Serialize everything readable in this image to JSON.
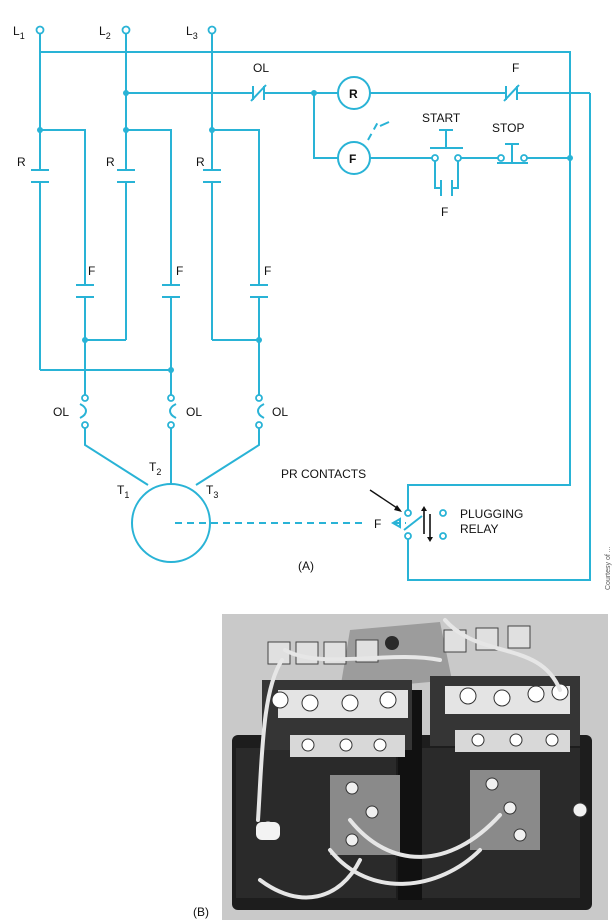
{
  "lines": {
    "l1": "L",
    "l1_sub": "1",
    "l2": "L",
    "l2_sub": "2",
    "l3": "L",
    "l3_sub": "3"
  },
  "contacts": {
    "r": "R",
    "f": "F",
    "ol": "OL",
    "f_interlock": "F",
    "f_holding": "F"
  },
  "coils": {
    "reverse": "R",
    "forward": "F"
  },
  "buttons": {
    "start": "START",
    "stop": "STOP"
  },
  "motor": {
    "t1": "T",
    "t1_sub": "1",
    "t2": "T",
    "t2_sub": "2",
    "t3": "T",
    "t3_sub": "3"
  },
  "plugging": {
    "pr_contacts": "PR CONTACTS",
    "relay_line1": "PLUGGING",
    "relay_line2": "RELAY",
    "arrow_label": "F"
  },
  "captions": {
    "a": "(A)",
    "b": "(B)"
  },
  "credit": "Courtesy of ...",
  "colors": {
    "wire": "#29b3d6",
    "photo_bg": "#c9c9c9"
  }
}
